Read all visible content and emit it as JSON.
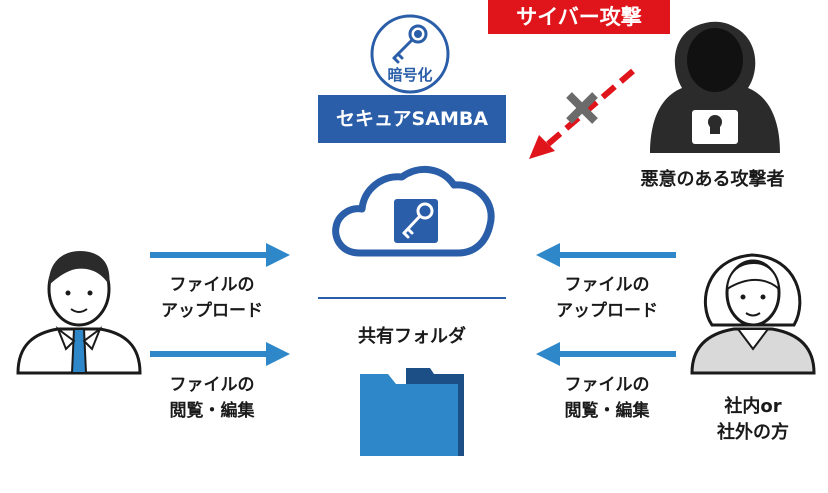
{
  "attack_banner": "サイバー攻撃",
  "encryption_label": "暗号化",
  "secure_samba": "セキュアSAMBA",
  "attacker_label": "悪意のある攻撃者",
  "shared_folder": "共有フォルダ",
  "left": {
    "upload": [
      "ファイルの",
      "アップロード"
    ],
    "view_edit": [
      "ファイルの",
      "閲覧・編集"
    ]
  },
  "right": {
    "upload": [
      "ファイルの",
      "アップロード"
    ],
    "view_edit": [
      "ファイルの",
      "閲覧・編集"
    ],
    "user_label": [
      "社内or",
      "社外の方"
    ]
  },
  "colors": {
    "accent_blue": "#2a5ea8",
    "arrow_blue": "#2e87c8",
    "attack_red": "#e0141b",
    "dark": "#2b2b2b"
  }
}
